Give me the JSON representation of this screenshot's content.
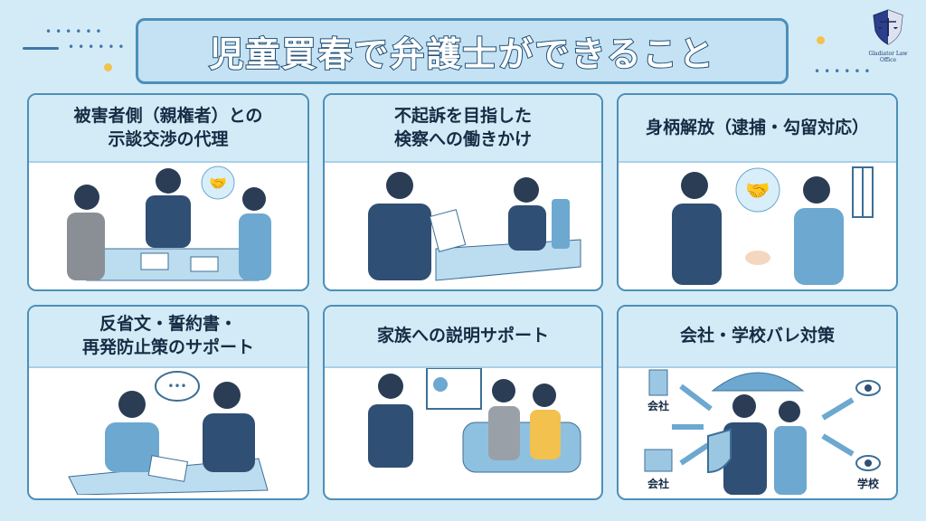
{
  "title": "児童買春で弁護士ができること",
  "logo": {
    "text": "Gladiator Law Office"
  },
  "colors": {
    "background": "#d3ebf7",
    "accent": "#4d8fb8",
    "navy": "#1f3a5c"
  },
  "cards": [
    {
      "title": "被害者側（親権者）との\n示談交渉の代理"
    },
    {
      "title": "不起訴を目指した\n検察への働きかけ"
    },
    {
      "title": "身柄解放（逮捕・勾留対応）"
    },
    {
      "title": "反省文・誓約書・\n再発防止策のサポート"
    },
    {
      "title": "家族への説明サポート"
    },
    {
      "title": "会社・学校バレ対策",
      "labels": [
        "会社",
        "会社",
        "学校"
      ]
    }
  ]
}
